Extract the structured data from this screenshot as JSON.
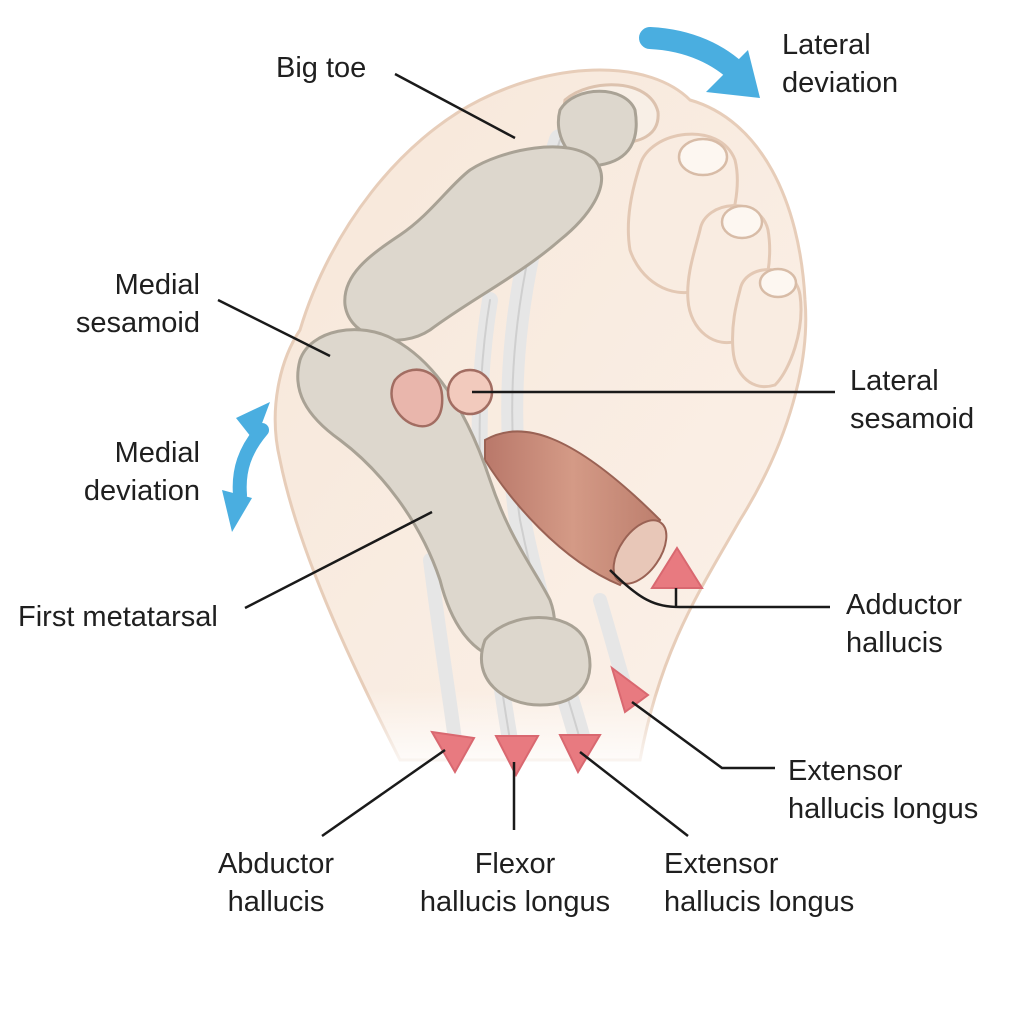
{
  "colors": {
    "deviation_arrow": "#4aaee0",
    "force_arrow": "#e87a80",
    "bone": "#dcd6cc",
    "skin": "#f6e6d8",
    "tendon": "#ebebeb",
    "muscle": "#c98a76",
    "sesamoid": "#f0c4b8",
    "leader_line": "#1a1a1a"
  },
  "labels": {
    "big_toe": "Big toe",
    "lateral_deviation": [
      "Lateral",
      "deviation"
    ],
    "medial_sesamoid": [
      "Medial",
      "sesamoid"
    ],
    "lateral_sesamoid": [
      "Lateral",
      "sesamoid"
    ],
    "medial_deviation": [
      "Medial",
      "deviation"
    ],
    "first_metatarsal": "First metatarsal",
    "adductor_hallucis": [
      "Adductor",
      "hallucis"
    ],
    "extensor_hallucis_longus_right": [
      "Extensor",
      "hallucis longus"
    ],
    "abductor_hallucis": [
      "Abductor",
      "hallucis"
    ],
    "flexor_hallucis_longus": [
      "Flexor",
      "hallucis longus"
    ],
    "extensor_hallucis_longus_bottom": [
      "Extensor",
      "hallucis longus"
    ]
  },
  "icons": {
    "lateral_deviation_arrow": "curved-arrow-right-icon",
    "medial_deviation_arrow": "double-headed-curved-arrow-icon",
    "force_arrows": "triangle-arrow-icon"
  }
}
